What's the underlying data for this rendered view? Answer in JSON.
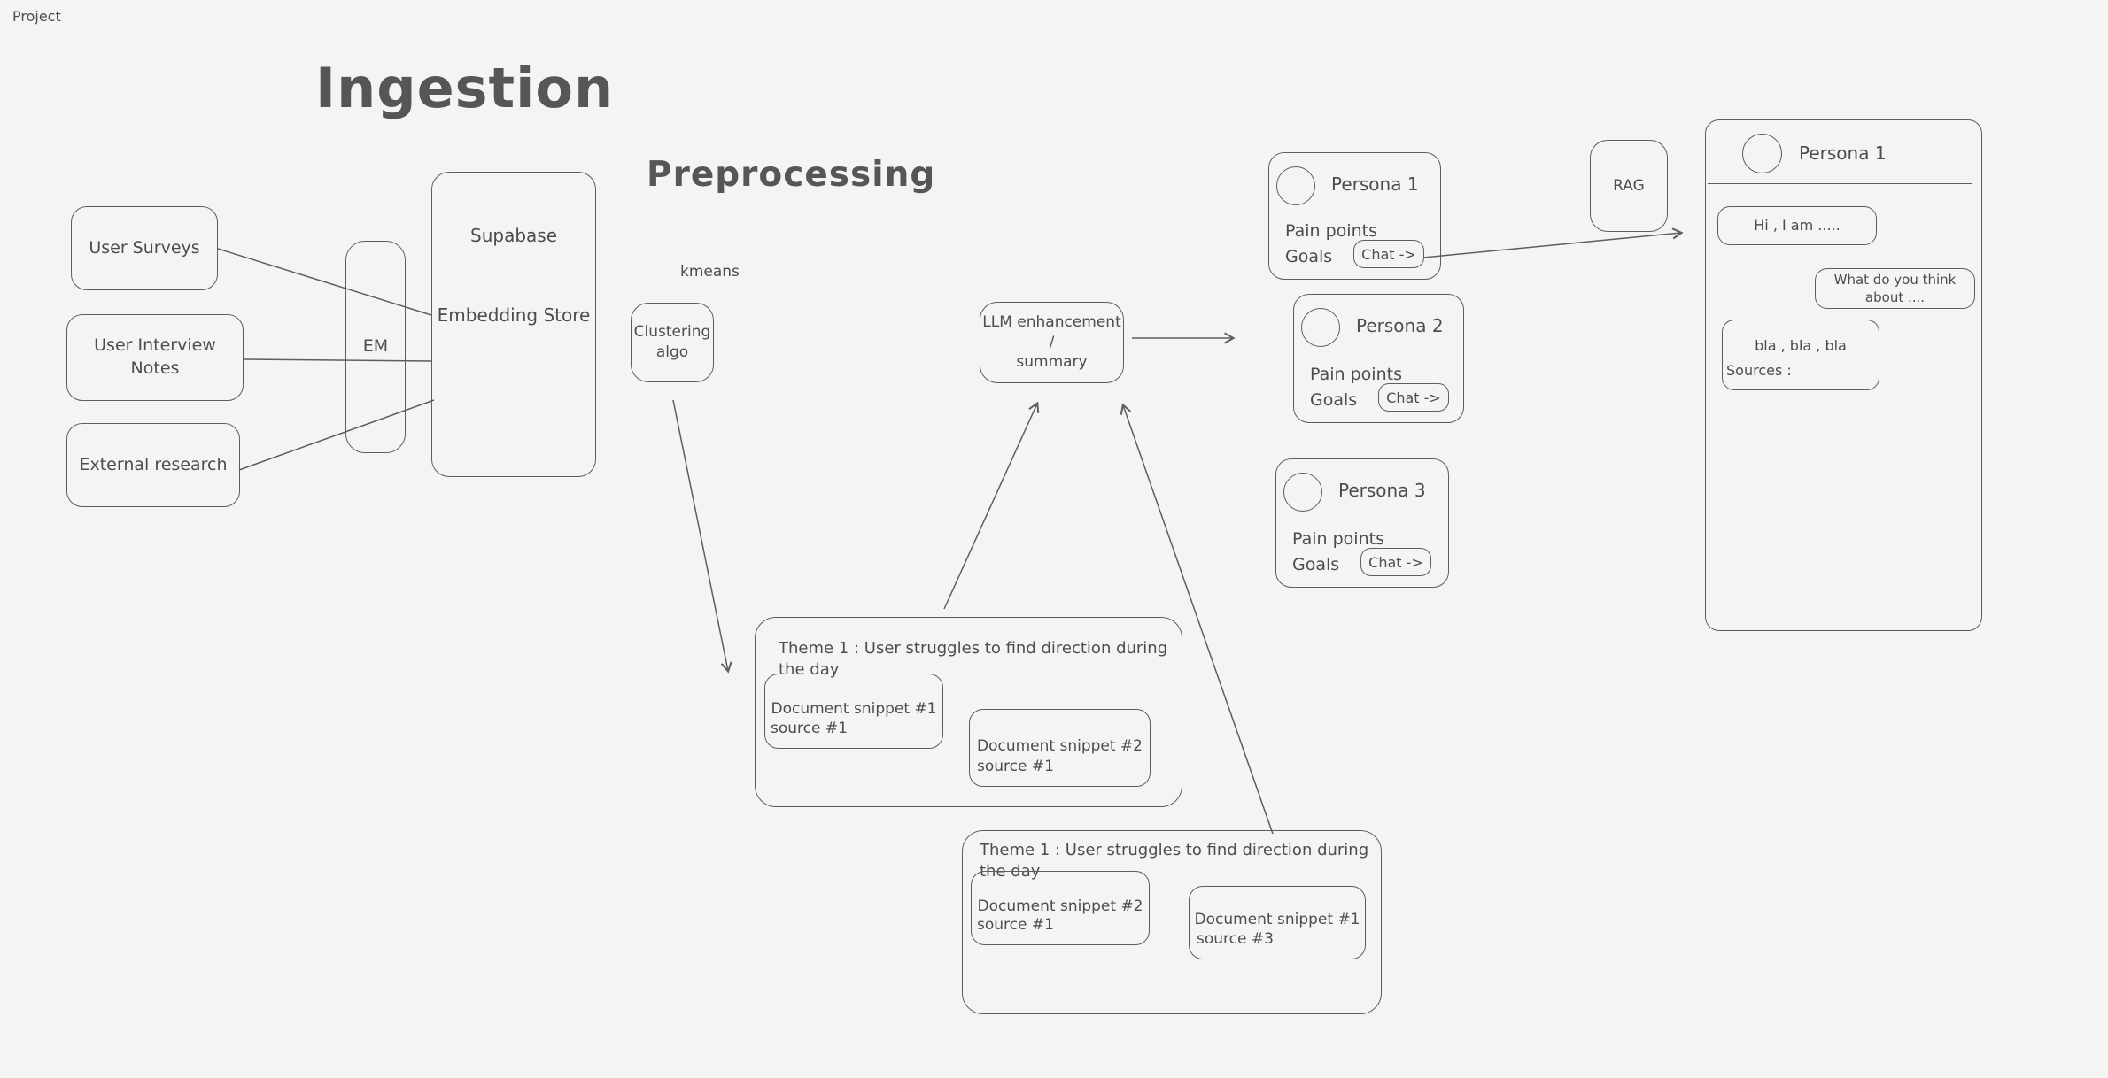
{
  "canvas": {
    "project_label": "Project",
    "ingestion_title": "Ingestion",
    "preprocessing_title": "Preprocessing"
  },
  "sources": [
    {
      "label": "User Surveys"
    },
    {
      "label": "User Interview Notes"
    },
    {
      "label": "External research"
    }
  ],
  "embedding": {
    "em_label": "EM",
    "store_title": "Supabase",
    "store_subtitle": "Embedding Store"
  },
  "clustering": {
    "annotation": "kmeans",
    "label": "Clustering\nalgo"
  },
  "llm": {
    "label": "LLM enhancement /\nsummary"
  },
  "rag": {
    "label": "RAG"
  },
  "personas": [
    {
      "title": "Persona 1",
      "pain": "Pain points",
      "goals": "Goals",
      "chat": "Chat ->"
    },
    {
      "title": "Persona 2",
      "pain": "Pain points",
      "goals": "Goals",
      "chat": "Chat ->"
    },
    {
      "title": "Persona 3",
      "pain": "Pain points",
      "goals": "Goals",
      "chat": "Chat ->"
    }
  ],
  "chat_panel": {
    "title": "Persona 1",
    "messages": [
      {
        "text": "Hi , I am ....."
      },
      {
        "text": "What do you think\nabout ...."
      },
      {
        "text": "bla , bla , bla",
        "caption": "Sources :"
      }
    ]
  },
  "themes": [
    {
      "title": "Theme 1 : User struggles to find direction during the day",
      "snippets": [
        {
          "title": "Document snippet #1",
          "source": "source #1"
        },
        {
          "title": "Document snippet #2",
          "source": "source #1"
        }
      ]
    },
    {
      "title": "Theme 1 : User struggles to find direction during the day",
      "snippets": [
        {
          "title": "Document snippet #2",
          "source": "source #1"
        },
        {
          "title": "Document snippet #1",
          "source": "source #3"
        }
      ]
    }
  ],
  "colors": {
    "background": "#f4f4f4",
    "stroke": "#5e5e5e",
    "text": "#4d4d4d"
  }
}
